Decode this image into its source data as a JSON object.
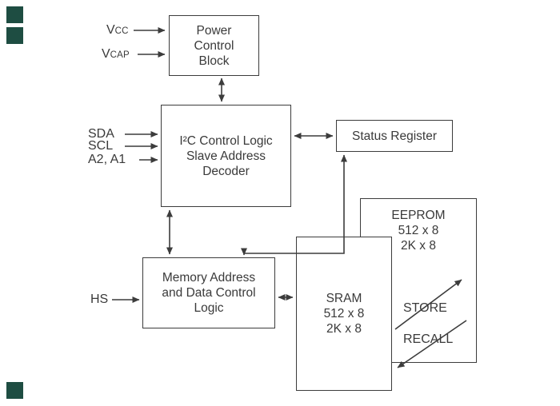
{
  "diagram": {
    "inputs": {
      "vcc": {
        "main": "V",
        "sub": "CC"
      },
      "vcap": {
        "main": "V",
        "sub": "CAP"
      },
      "sda": "SDA",
      "scl": "SCL",
      "a2a1": "A2, A1",
      "hs": "HS"
    },
    "blocks": {
      "power": {
        "lines": [
          "Power",
          "Control",
          "Block"
        ]
      },
      "i2c": {
        "lines": [
          "I²C Control Logic",
          "Slave Address",
          "Decoder"
        ]
      },
      "status": {
        "label": "Status Register"
      },
      "memaddr": {
        "lines": [
          "Memory Address",
          "and Data Control",
          "Logic"
        ]
      },
      "sram": {
        "lines": [
          "SRAM",
          "512 x 8",
          "2K x 8"
        ]
      },
      "eeprom": {
        "lines": [
          "EEPROM",
          "512 x 8",
          "2K x 8"
        ]
      }
    },
    "arrows": {
      "store": "STORE",
      "recall": "RECALL"
    },
    "colors": {
      "line": "#3c3c3c",
      "text": "#3a3a3a",
      "corner_marker": "#1e4d42"
    }
  }
}
